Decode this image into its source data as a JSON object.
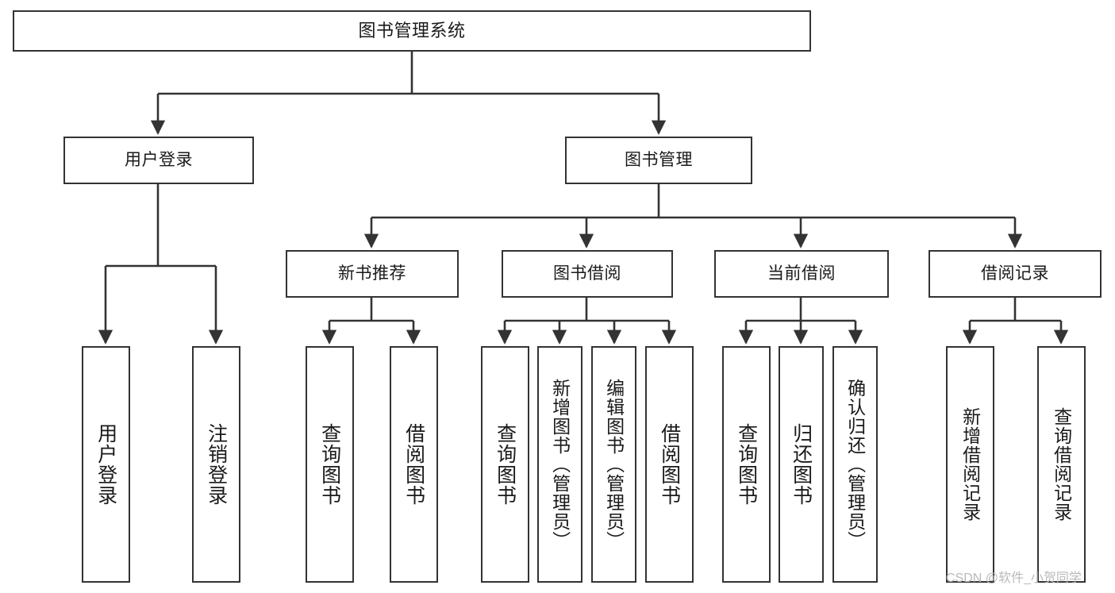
{
  "diagram": {
    "title": "图书管理系统",
    "type": "tree",
    "watermark": "CSDN @软件_小贺同学",
    "colors": {
      "box_border": "#333333",
      "box_fill": "#ffffff",
      "edge": "#333333",
      "text": "#1a1a1a",
      "watermark": "#b9b9b9",
      "background": "#ffffff"
    },
    "levels": {
      "level0": [
        "图书管理系统"
      ],
      "level1": [
        "用户登录",
        "图书管理"
      ],
      "level2": [
        "新书推荐",
        "图书借阅",
        "当前借阅",
        "借阅记录"
      ],
      "level3": [
        "用户登录",
        "注销登录",
        "查询图书",
        "借阅图书",
        "查询图书",
        "新增图书（管理员）",
        "编辑图书（管理员）",
        "借阅图书",
        "查询图书",
        "归还图书",
        "确认归还（管理员）",
        "新增借阅记录",
        "查询借阅记录"
      ]
    },
    "nodes": {
      "root": {
        "label": "图书管理系统"
      },
      "user_login": {
        "label": "用户登录"
      },
      "book_manage": {
        "label": "图书管理"
      },
      "new_book_rec": {
        "label": "新书推荐"
      },
      "book_borrow": {
        "label": "图书借阅"
      },
      "current_borrow": {
        "label": "当前借阅"
      },
      "borrow_record": {
        "label": "借阅记录"
      },
      "leaf_user_login": {
        "label": "用户登录"
      },
      "leaf_logout": {
        "label": "注销登录"
      },
      "leaf_query_book_1": {
        "label": "查询图书"
      },
      "leaf_borrow_book_1": {
        "label": "借阅图书"
      },
      "leaf_query_book_2": {
        "label": "查询图书"
      },
      "leaf_add_book_admin": {
        "label": "新增图书（管理员）"
      },
      "leaf_edit_book_admin": {
        "label": "编辑图书（管理员）"
      },
      "leaf_borrow_book_2": {
        "label": "借阅图书"
      },
      "leaf_query_book_3": {
        "label": "查询图书"
      },
      "leaf_return_book": {
        "label": "归还图书"
      },
      "leaf_confirm_return_admin": {
        "label": "确认归还（管理员）"
      },
      "leaf_add_borrow_record": {
        "label": "新增借阅记录"
      },
      "leaf_query_borrow_record": {
        "label": "查询借阅记录"
      }
    }
  }
}
